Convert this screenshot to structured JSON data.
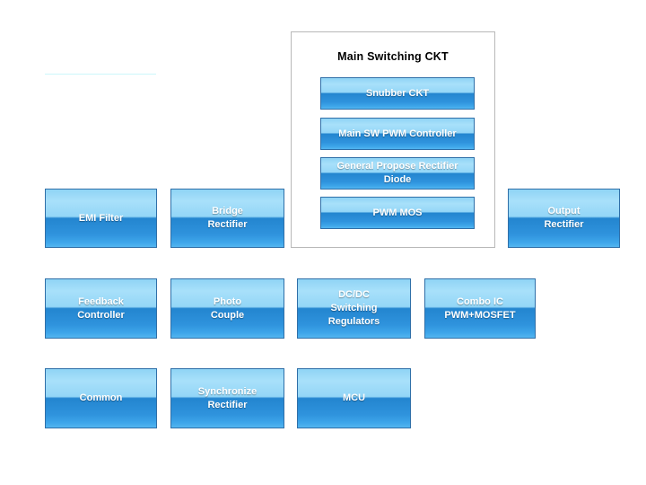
{
  "diagram": {
    "title_visible": false,
    "accent_rule": {
      "name": "accent-rule"
    },
    "colors": {
      "block_border": "#2f6fa8",
      "block_gradient_top": "#a8e0fa",
      "block_gradient_bottom": "#2385cf",
      "block_text": "#ffffff",
      "group_border": "#b8b8b8",
      "group_title_text": "#000000",
      "accent_rule": "#cdf7fb",
      "page_background": "#ffffff"
    },
    "group": {
      "title": "Main Switching CKT",
      "blocks": [
        {
          "id": "snubber-ckt",
          "lines": [
            "Snubber CKT"
          ]
        },
        {
          "id": "main-sw-pwm-controller",
          "lines": [
            "Main SW PWM Controller"
          ]
        },
        {
          "id": "general-propose-rectifier-diode",
          "lines": [
            "General Propose Rectifier",
            "Diode"
          ]
        },
        {
          "id": "pwm-mos",
          "lines": [
            "PWM MOS"
          ]
        }
      ]
    },
    "blocks": [
      {
        "id": "emi-filter",
        "lines": [
          "EMI Filter"
        ]
      },
      {
        "id": "bridge-rectifier",
        "lines": [
          "Bridge",
          "Rectifier"
        ]
      },
      {
        "id": "output-rectifier",
        "lines": [
          "Output",
          "Rectifier"
        ]
      },
      {
        "id": "feedback-controller",
        "lines": [
          "Feedback",
          "Controller"
        ]
      },
      {
        "id": "photo-couple",
        "lines": [
          "Photo",
          "Couple"
        ]
      },
      {
        "id": "dcdc-switching-regulators",
        "lines": [
          "DC/DC",
          "Switching",
          "Regulators"
        ]
      },
      {
        "id": "combo-ic",
        "lines": [
          "Combo IC",
          "PWM+MOSFET"
        ]
      },
      {
        "id": "common",
        "lines": [
          "Common"
        ]
      },
      {
        "id": "synchronize-rectifier",
        "lines": [
          "Synchronize",
          "Rectifier"
        ]
      },
      {
        "id": "mcu",
        "lines": [
          "MCU"
        ]
      }
    ]
  }
}
